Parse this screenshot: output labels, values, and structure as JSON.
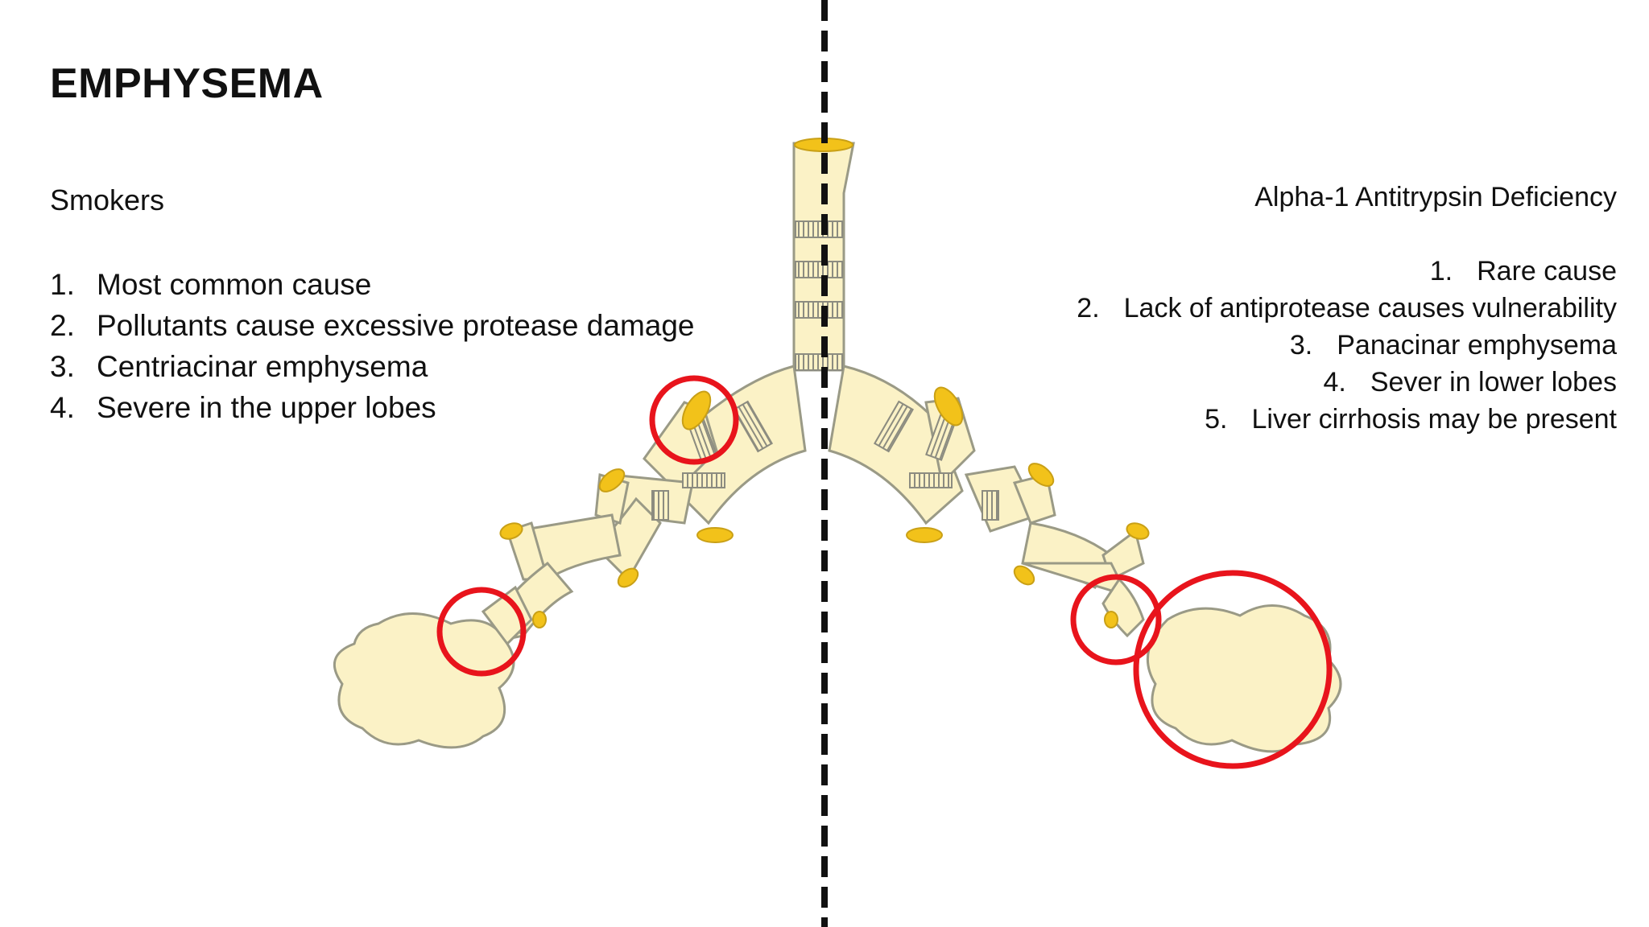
{
  "title": "EMPHYSEMA",
  "left": {
    "heading": "Smokers",
    "items": [
      {
        "num": "1.",
        "text": "Most common cause"
      },
      {
        "num": "2.",
        "text": "Pollutants cause excessive protease damage"
      },
      {
        "num": "3.",
        "text": "Centriacinar emphysema"
      },
      {
        "num": "4.",
        "text": "Severe in the upper lobes"
      }
    ]
  },
  "right": {
    "heading": "Alpha-1 Antitrypsin Deficiency",
    "items": [
      {
        "num": "1.",
        "text": "Rare cause"
      },
      {
        "num": "2.",
        "text": "Lack of antiprotease causes vulnerability"
      },
      {
        "num": "3.",
        "text": "Panacinar emphysema"
      },
      {
        "num": "4.",
        "text": "Sever in lower lobes"
      },
      {
        "num": "5.",
        "text": "Liver cirrhosis may be present"
      }
    ]
  },
  "colors": {
    "airway_fill": "#fbf2c6",
    "airway_stroke": "#9a9a86",
    "orifice": "#f2c21a",
    "highlight_circle": "#e8141c",
    "divider": "#111111"
  }
}
